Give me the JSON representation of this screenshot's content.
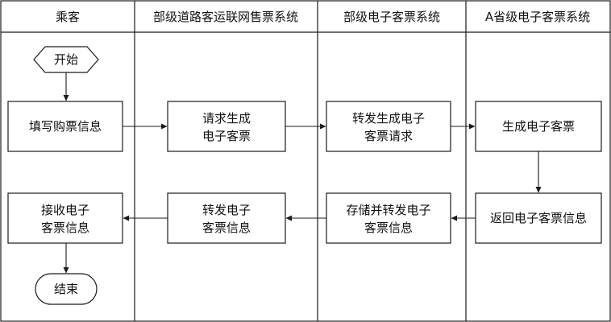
{
  "lanes": [
    {
      "label": "乘客"
    },
    {
      "label": "部级道路客运联网售票系统"
    },
    {
      "label": "部级电子客票系统"
    },
    {
      "label": "A省级电子客票系统"
    }
  ],
  "nodes": {
    "start": {
      "label": "开始"
    },
    "fill_info": {
      "label": "填写购票信息"
    },
    "request_gen": {
      "line1": "请求生成",
      "line2": "电子客票"
    },
    "forward_req": {
      "line1": "转发生成电子",
      "line2": "客票请求"
    },
    "gen_ticket": {
      "label": "生成电子客票"
    },
    "return_info": {
      "label": "返回电子客票信息"
    },
    "store_forward": {
      "line1": "存储并转发电子",
      "line2": "客票信息"
    },
    "forward_info": {
      "line1": "转发电子",
      "line2": "客票信息"
    },
    "receive_info": {
      "line1": "接收电子",
      "line2": "客票信息"
    },
    "end": {
      "label": "结束"
    }
  }
}
